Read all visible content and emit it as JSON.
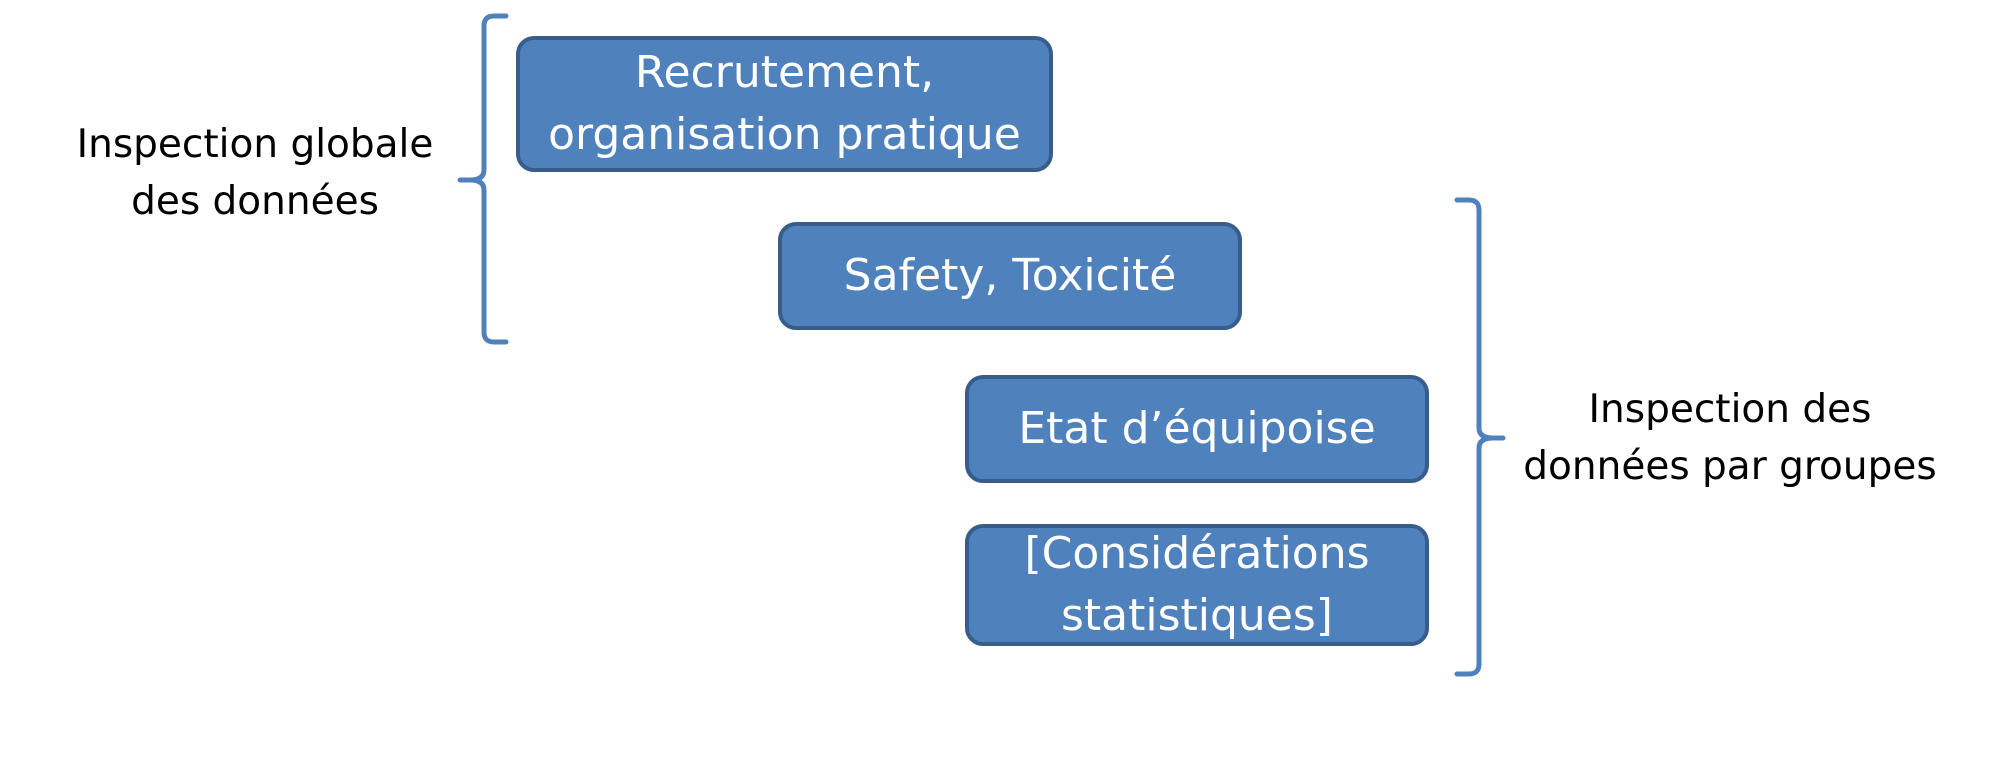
{
  "diagram": {
    "boxes": [
      {
        "id": "recrutement",
        "lines": [
          "Recrutement,",
          "organisation pratique"
        ]
      },
      {
        "id": "safety",
        "lines": [
          "Safety, Toxicité"
        ]
      },
      {
        "id": "etat",
        "lines": [
          "Etat d’équipoise"
        ]
      },
      {
        "id": "considerations",
        "lines": [
          "[Considérations",
          "statistiques]"
        ]
      }
    ],
    "left_label": {
      "lines": [
        "Inspection globale",
        "des données"
      ]
    },
    "right_label": {
      "lines": [
        "Inspection des",
        "données par groupes"
      ]
    },
    "colors": {
      "box_fill": "#4f81bd",
      "box_border": "#385d8a",
      "box_text": "#ffffff",
      "bracket": "#4f81bd",
      "label_text": "#000000"
    }
  }
}
